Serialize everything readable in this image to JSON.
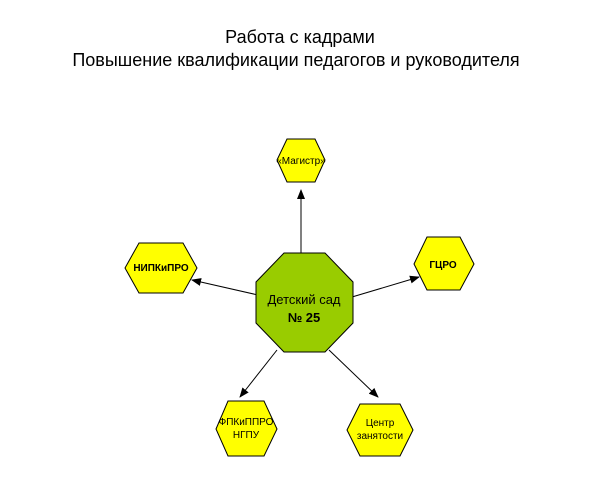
{
  "title": {
    "line1": "Работа с кадрами",
    "line2": "Повышение квалификации педагогов и руководителя"
  },
  "colors": {
    "hexagon_fill": "#ffff00",
    "center_fill": "#99cc00",
    "stroke": "#000000"
  },
  "center": {
    "line1": "Детский сад",
    "line2": "№ 25"
  },
  "nodes": {
    "magistr": {
      "line1": "«Магистр»"
    },
    "gtsro": {
      "line1": "ГЦРО"
    },
    "nipkipro": {
      "line1": "НИПКиПРО"
    },
    "fpkippro": {
      "line1": "ФПКиППРО",
      "line2": "НГПУ"
    },
    "tsentr": {
      "line1": "Центр",
      "line2": "занятости"
    }
  }
}
